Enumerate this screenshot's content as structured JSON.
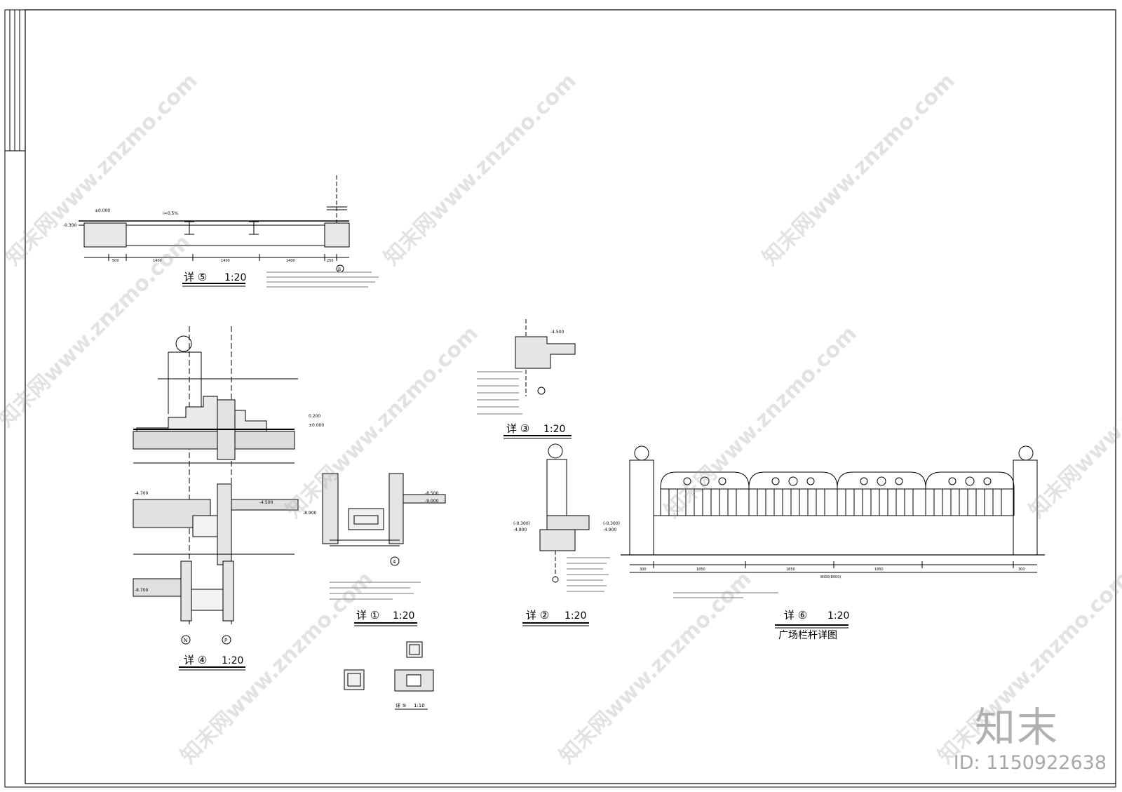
{
  "details": {
    "d5_title": "详 ⑤",
    "d5_scale": "1:20",
    "d5_dim_1": "500",
    "d5_dim_2": "1400",
    "d5_dim_3": "1400",
    "d5_dim_4": "1400",
    "d5_dim_5": "250",
    "d5_level_a": "±0.000",
    "d5_level_b": "-0.300",
    "d5_slope": "i=0.5%",
    "d5_axis": "B",
    "d4_title": "详 ④",
    "d4_scale": "1:20",
    "d4_level_a": "0.200",
    "d4_level_b": "±0.000",
    "d4_level_c": "-4.500",
    "d4_level_d": "-4.700",
    "d4_level_e": "-8.700",
    "d4_axis_n": "N",
    "d4_axis_p": "P",
    "d1_title": "详 ①",
    "d1_scale": "1:20",
    "d1_level_a": "-8.500",
    "d1_level_b": "-9.000",
    "d1_level_c": "-8.900",
    "d1_axis": "4",
    "d3_title": "详 ③",
    "d3_scale": "1:20",
    "d3_level": "-4.500",
    "d2_title": "详 ②",
    "d2_scale": "1:20",
    "d2_level_a": "(-0.300)",
    "d2_level_b": "-4.800",
    "d2_level_c": "(-0.300)",
    "d2_level_d": "-4.900",
    "d6_title": "详 ⑥",
    "d6_scale": "1:20",
    "d6_caption": "广场栏杆详图",
    "d6_dim_1": "300",
    "d6_dim_2": "1850",
    "d6_dim_3": "1850",
    "d6_dim_4": "1850",
    "d6_dim_5": "300",
    "d6_total": "8000(8000)",
    "d7_title": "详 ⑤",
    "d7_scale": "1:10"
  },
  "watermark": {
    "text": "知末网www.znzmo.com",
    "brand": "知末",
    "id": "ID: 1150922638"
  }
}
